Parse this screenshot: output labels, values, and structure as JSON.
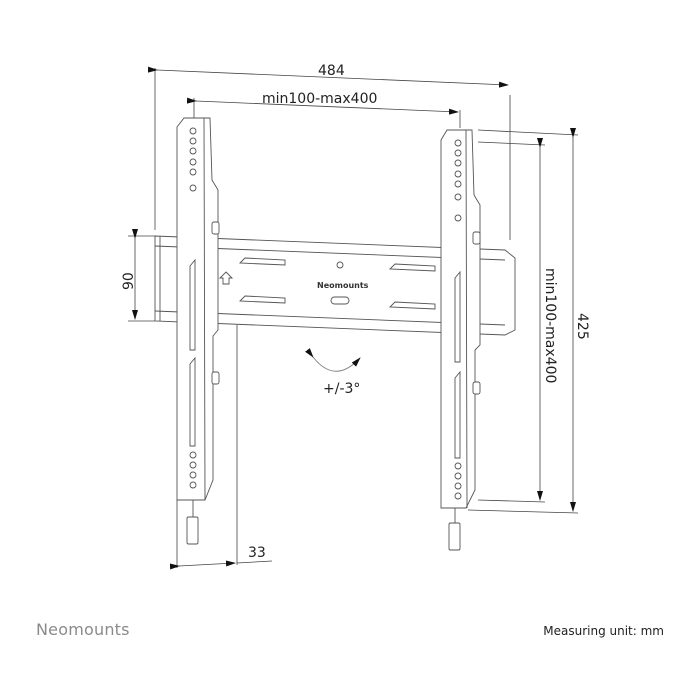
{
  "diagram": {
    "title": "TV wall mount technical drawing",
    "dimensions": {
      "overall_width": "484",
      "vesa_horizontal": "min100-max400",
      "vesa_vertical": "min100-max400",
      "overall_height": "425",
      "wall_rail_height": "90",
      "depth": "33"
    },
    "tilt_label": "+/-3°",
    "plate_brand": "Neomounts",
    "line_color": "#333333",
    "background": "#ffffff"
  },
  "footer": {
    "brand": "Neomounts",
    "unit_label": "Measuring unit: mm"
  }
}
